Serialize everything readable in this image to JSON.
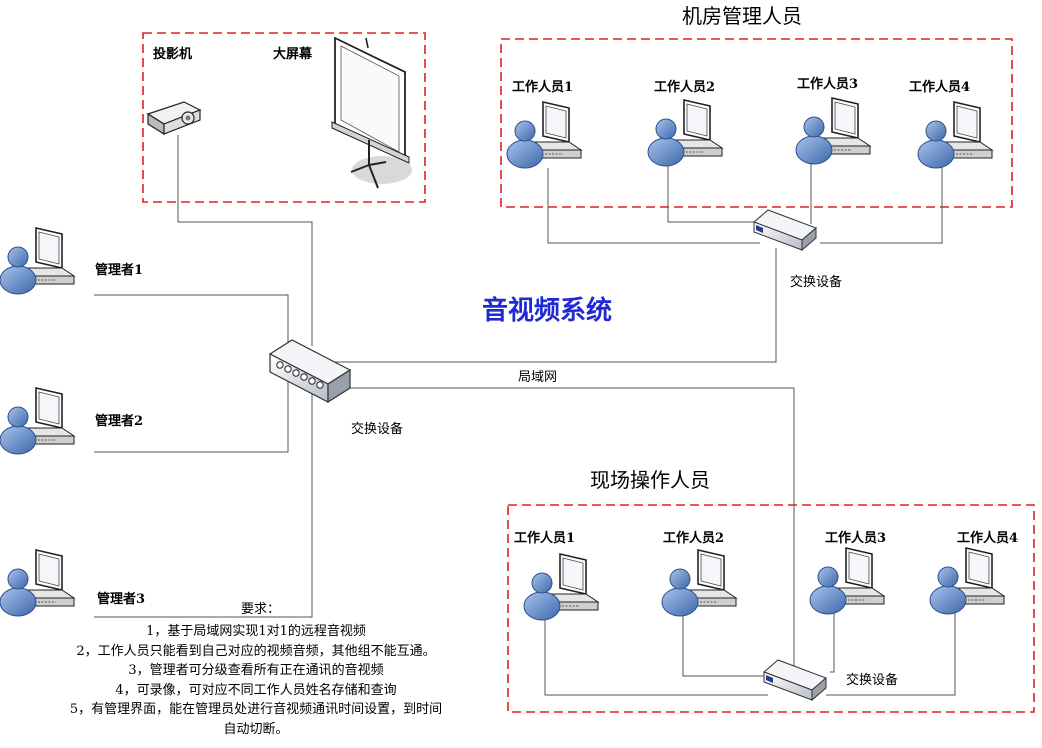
{
  "title": "音视频系统",
  "colors": {
    "title": "#1f2ad6",
    "group_border": "#e02020",
    "line": "#555555",
    "person": "#5b86c6"
  },
  "icons": [
    "projector-icon",
    "projection-screen-icon",
    "person-icon",
    "computer-icon",
    "switch-icon"
  ],
  "display_group": {
    "projector_label": "投影机",
    "screen_label": "大屏幕"
  },
  "control_room": {
    "title": "机房管理人员",
    "workers": [
      "工作人员1",
      "工作人员2",
      "工作人员3",
      "工作人员4"
    ],
    "switch_label": "交换设备"
  },
  "managers": [
    "管理者1",
    "管理者2",
    "管理者3"
  ],
  "central_switch_label": "交换设备",
  "lan_label": "局域网",
  "field": {
    "title": "现场操作人员",
    "workers": [
      "工作人员1",
      "工作人员2",
      "工作人员3",
      "工作人员4"
    ],
    "switch_label": "交换设备"
  },
  "requirements": {
    "heading": "要求：",
    "items": [
      "1，基于局域网实现1对1的远程音视频",
      "2，工作人员只能看到自己对应的视频音频，其他组不能互通。",
      "3，管理者可分级查看所有正在通讯的音视频",
      "4，可录像，可对应不同工作人员姓名存储和查询",
      "5，有管理界面，能在管理员处进行音视频通讯时间设置，到时间",
      "自动切断。"
    ]
  }
}
